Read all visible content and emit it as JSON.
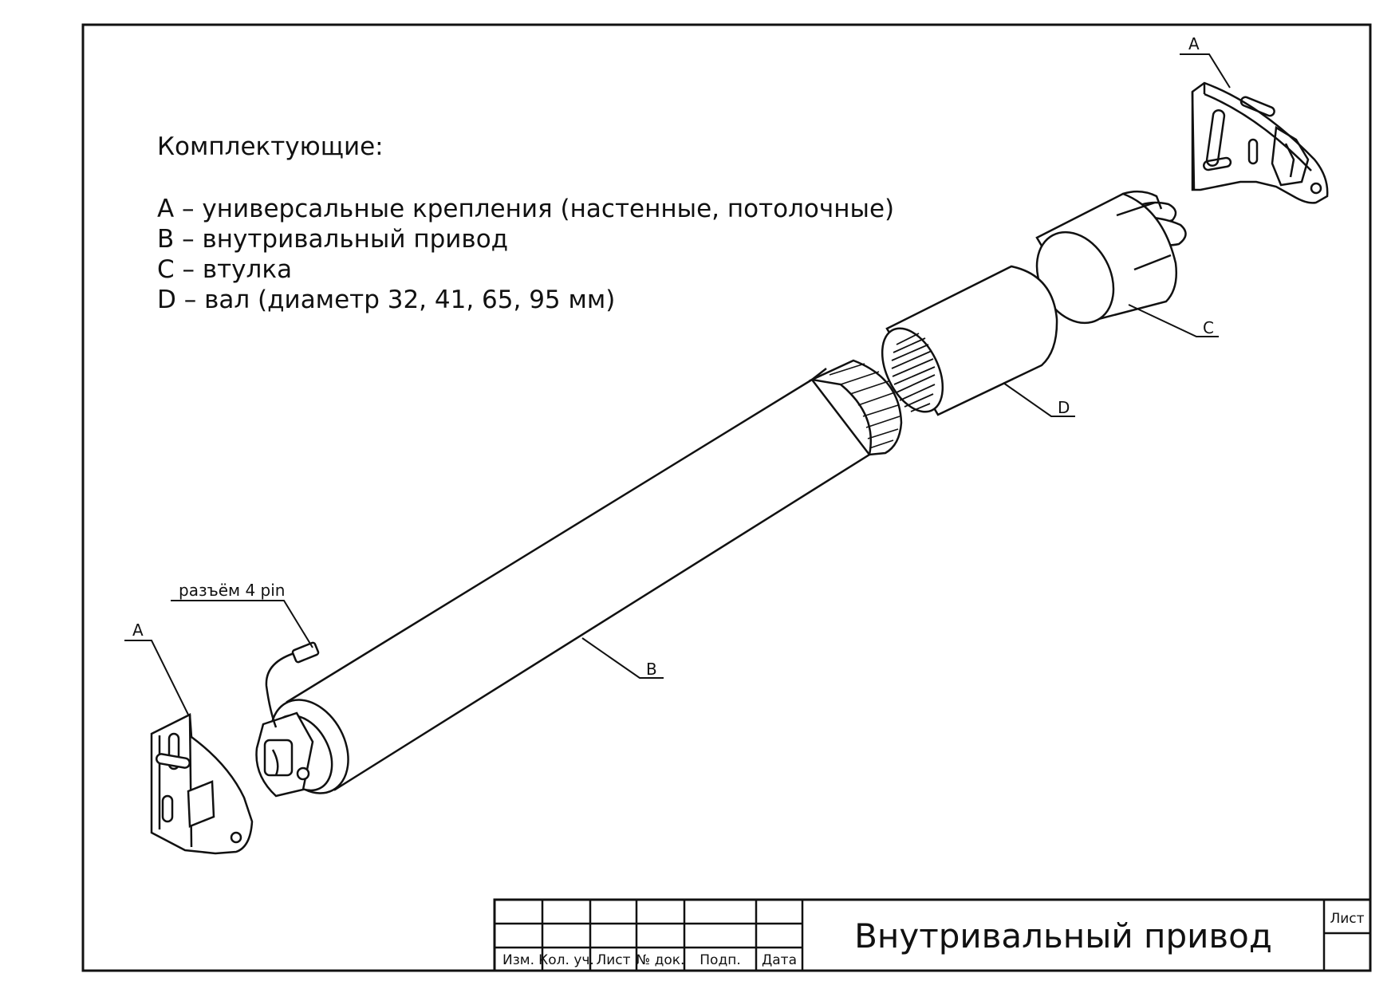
{
  "legend": {
    "heading": "Комплектующие:",
    "items": [
      "A – универсальные крепления (настенные, потолочные)",
      "B – внутривальный привод",
      "C – втулка",
      "D – вал (диаметр 32, 41, 65, 95 мм)"
    ]
  },
  "callouts": {
    "bracket_right": "A",
    "bracket_left": "A",
    "sleeve": "C",
    "shaft": "D",
    "motor": "B",
    "connector": "разъём 4 pin"
  },
  "title_block": {
    "headers": [
      "Изм.",
      "Кол. уч.",
      "Лист",
      "№ док.",
      "Подп.",
      "Дата"
    ],
    "title": "Внутривальный привод",
    "sheet_label": "Лист"
  },
  "colors": {
    "line": "#111111",
    "paper": "#ffffff"
  }
}
